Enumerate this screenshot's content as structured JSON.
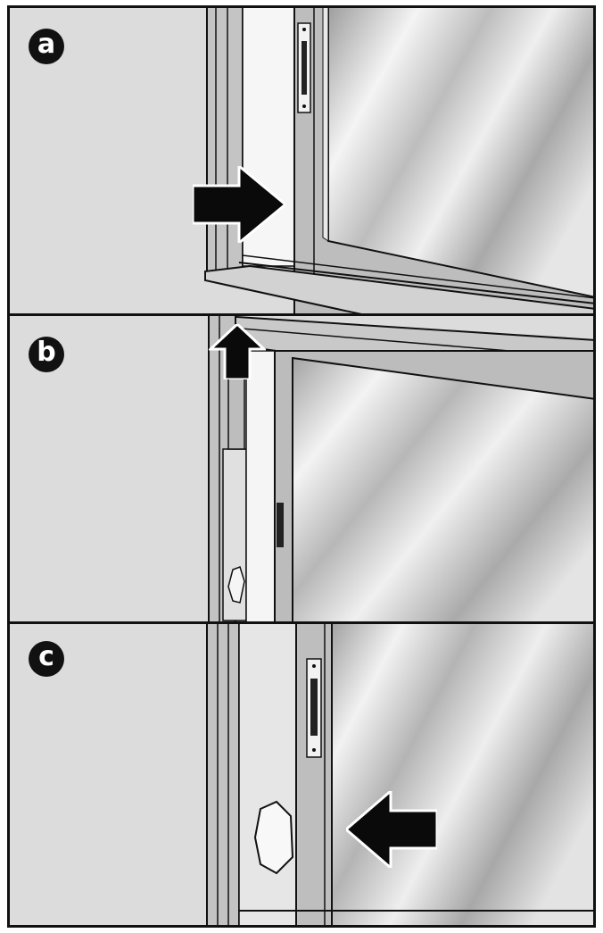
{
  "steps": [
    {
      "label": "a",
      "arrow": "right-arrow-icon"
    },
    {
      "label": "b",
      "arrow": "up-arrow-icon"
    },
    {
      "label": "c",
      "arrow": "left-arrow-icon"
    }
  ],
  "colors": {
    "wall": "#dcdcdc",
    "frame": "#b9b9b9",
    "glass": "#c9c9c9",
    "outline": "#111111",
    "arrow": "#0a0a0a"
  }
}
